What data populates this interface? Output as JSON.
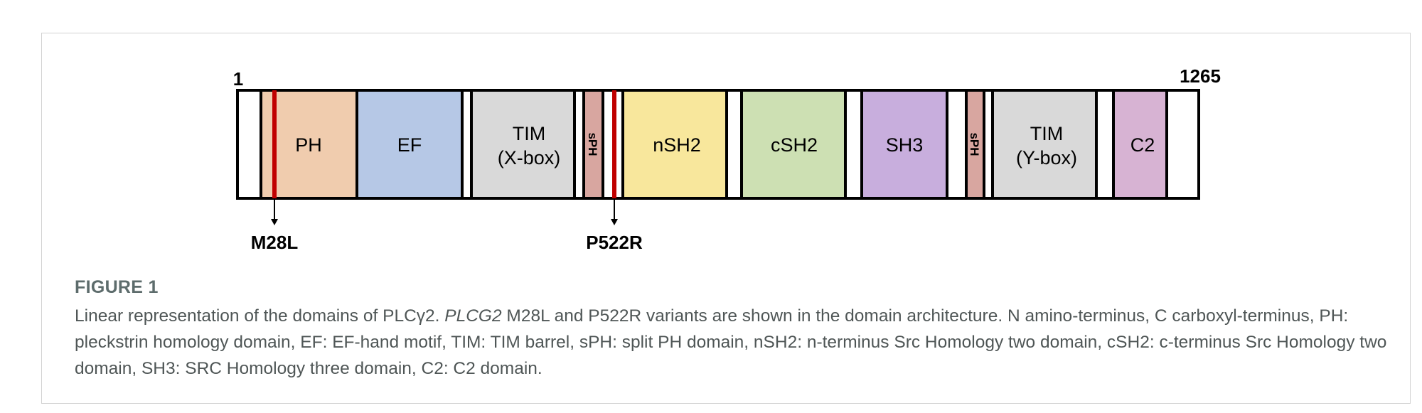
{
  "figure": {
    "start_label": "1",
    "end_label": "1265",
    "domains": [
      {
        "id": "ph",
        "label": "PH",
        "color": "#f0ccae"
      },
      {
        "id": "ef",
        "label": "EF",
        "color": "#b6c8e6"
      },
      {
        "id": "tim-x",
        "label": "TIM",
        "label2": "(X-box)",
        "color": "#d9d9d9"
      },
      {
        "id": "sph-1",
        "label": "sPH",
        "color": "#d8a6a0"
      },
      {
        "id": "nsh2",
        "label": "nSH2",
        "color": "#f8e79c"
      },
      {
        "id": "csh2",
        "label": "cSH2",
        "color": "#cde0b3"
      },
      {
        "id": "sh3",
        "label": "SH3",
        "color": "#c8aedd"
      },
      {
        "id": "sph-2",
        "label": "sPH",
        "color": "#d8a6a0"
      },
      {
        "id": "tim-y",
        "label": "TIM",
        "label2": "(Y-box)",
        "color": "#d9d9d9"
      },
      {
        "id": "c2",
        "label": "C2",
        "color": "#d7b3d3"
      }
    ],
    "variants": [
      {
        "id": "m28l",
        "label": "M28L"
      },
      {
        "id": "p522r",
        "label": "P522R"
      }
    ],
    "variant_color": "#c00000"
  },
  "caption": {
    "title": "FIGURE 1",
    "text_part1": "Linear representation of the domains of PLCγ2. ",
    "gene": "PLCG2",
    "text_part2": " M28L and P522R variants are shown in the domain architecture. N amino-terminus, C carboxyl-terminus, PH: pleckstrin homology domain, EF: EF-hand motif, TIM: TIM barrel, sPH: split PH domain, nSH2: n-terminus Src Homology two domain, cSH2: c-terminus Src Homology two domain, SH3: SRC Homology three domain, C2: C2 domain."
  }
}
